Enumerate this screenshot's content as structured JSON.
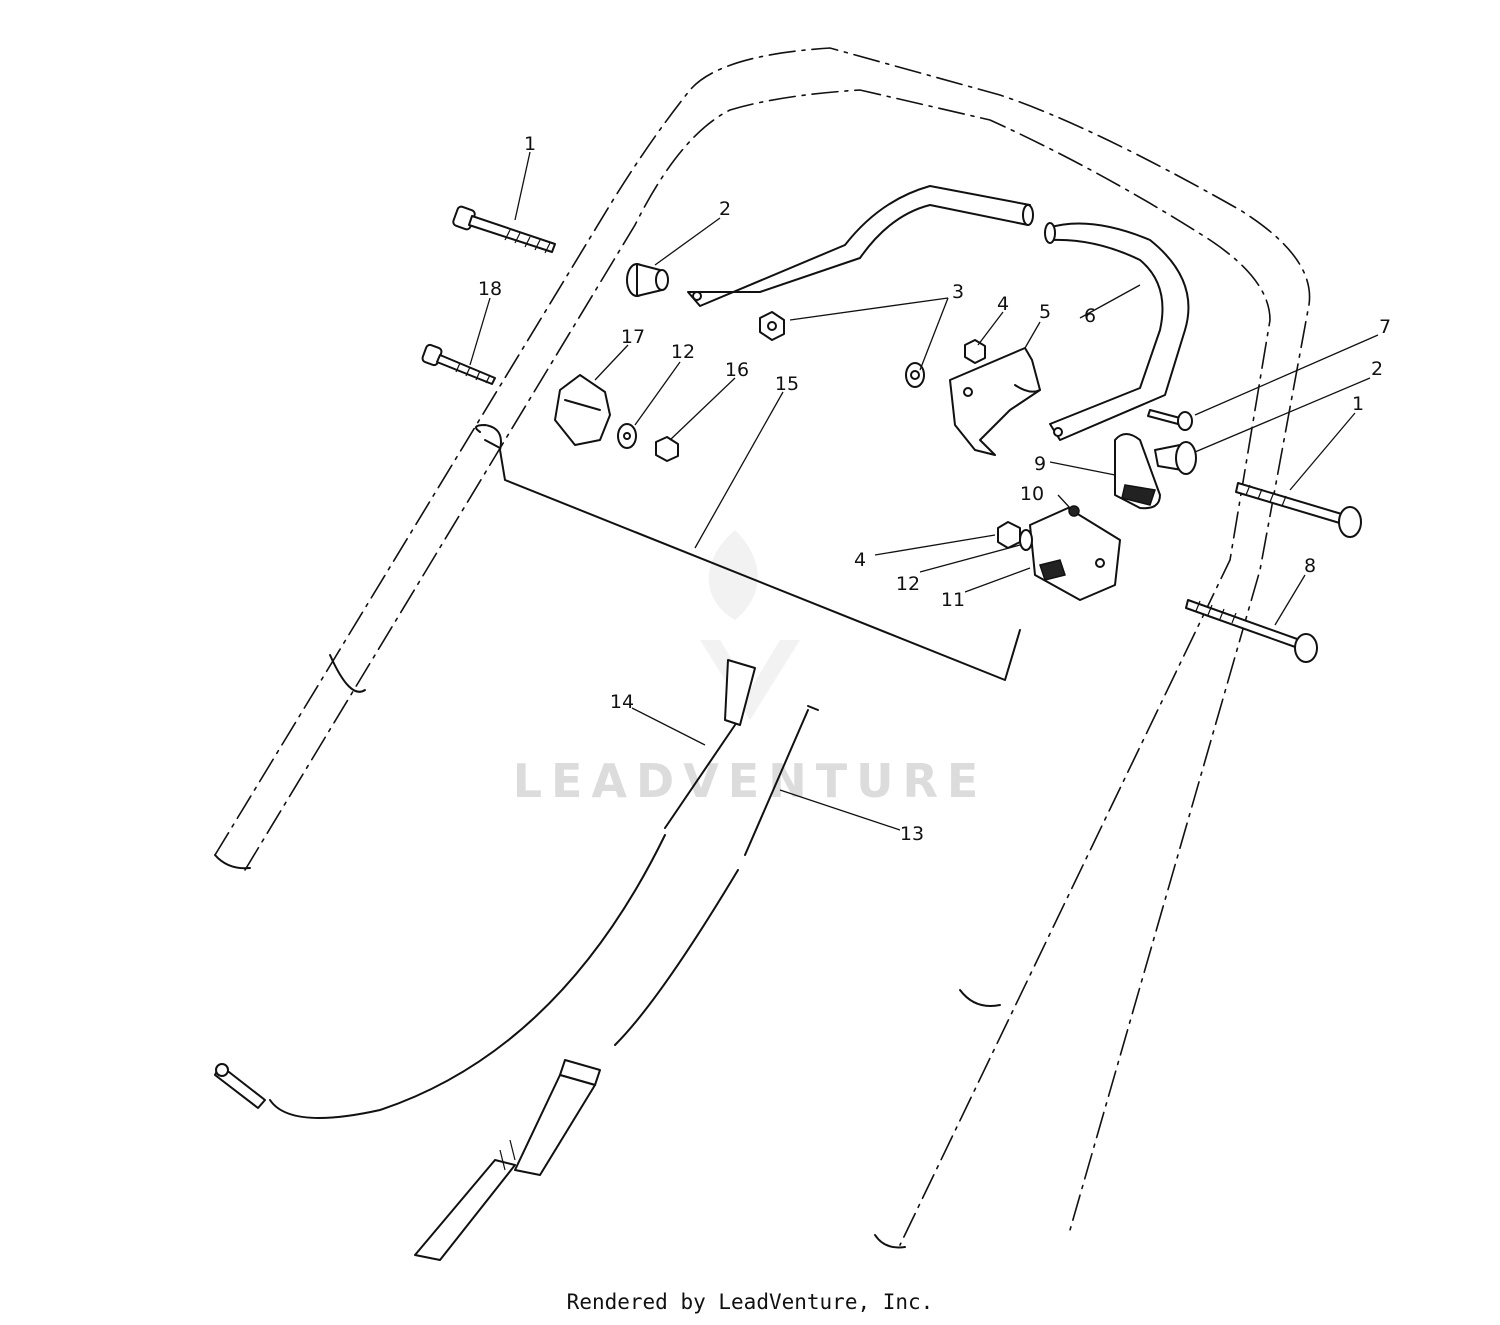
{
  "callouts": {
    "c1a": "1",
    "c2a": "2",
    "c18": "18",
    "c3": "3",
    "c4a": "4",
    "c5": "5",
    "c6": "6",
    "c7": "7",
    "c2b": "2",
    "c1b": "1",
    "c17": "17",
    "c12a": "12",
    "c16": "16",
    "c15": "15",
    "c9": "9",
    "c10": "10",
    "c4b": "4",
    "c12b": "12",
    "c11": "11",
    "c8": "8",
    "c14": "14",
    "c13": "13"
  },
  "watermark": "LEADVENTURE",
  "credit": "Rendered by LeadVenture, Inc."
}
